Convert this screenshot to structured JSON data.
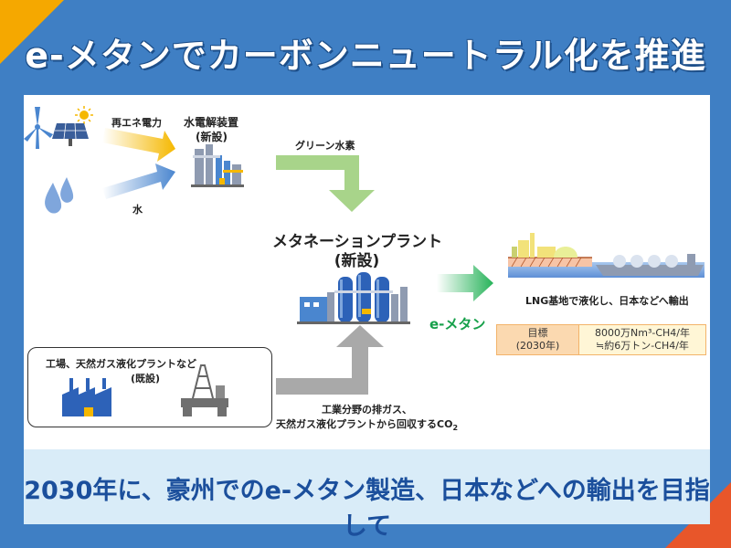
{
  "title": "e-メタンでカーボンニュートラル化を推進",
  "labels": {
    "renewable_power": "再エネ電力",
    "water": "水",
    "electrolyzer_line1": "水電解装置",
    "electrolyzer_line2": "(新設)",
    "green_hydrogen": "グリーン水素",
    "methanation_line1": "メタネーションプラント",
    "methanation_line2": "(新設)",
    "e_methane": "e-メタン",
    "lng_export": "LNG基地で液化し、日本などへ輸出",
    "existing_line1": "工場、天然ガス液化プラントなど",
    "existing_line2": "(既設)",
    "exhaust_line1": "工業分野の排ガス、",
    "exhaust_line2": "天然ガス液化プラントから回収するCO",
    "exhaust_sub": "2"
  },
  "target": {
    "label_line1": "目標",
    "label_line2": "(2030年)",
    "value_line1": "8000万Nm³-CH4/年",
    "value_line2": "≒約6万トン-CH4/年"
  },
  "bottom_text": "2030年に、豪州でのe-メタン製造、日本などへの輸出を目指して",
  "colors": {
    "background": "#3f7fc4",
    "accent_yellow": "#f5a800",
    "accent_orange": "#e8562a",
    "green": "#16a04a",
    "title_text": "#ffffff",
    "bottom_text": "#1b4f9c"
  },
  "icons": [
    "wind-turbine-icon",
    "sun-icon",
    "solar-panel-icon",
    "water-drops-icon",
    "electrolyzer-icon",
    "methanation-plant-icon",
    "lng-terminal-icon",
    "lng-ship-icon",
    "factory-icon",
    "gas-plant-icon"
  ]
}
